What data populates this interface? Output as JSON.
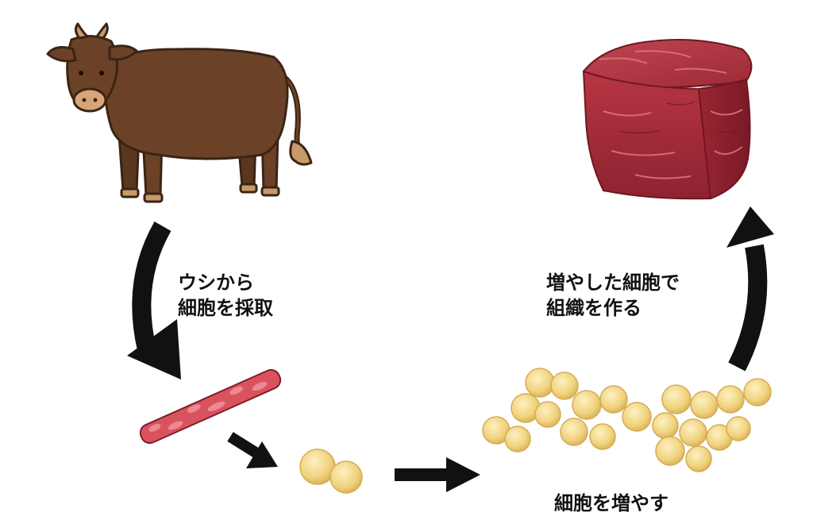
{
  "steps": [
    {
      "line1": "ウシから",
      "line2": "細胞を採取"
    },
    {
      "line1": "細胞を増やす"
    },
    {
      "line1": "増やした細胞で",
      "line2": "組織を作る"
    }
  ],
  "colors": {
    "cow_body": "#6b4227",
    "cow_outline": "#3b2414",
    "hoof": "#c79a6a",
    "meat": "#b0303c",
    "meat_dark": "#7e1f2a",
    "sample": "#d9535f",
    "cell": "#f3d88a",
    "cell_edge": "#d9b55e",
    "arrow": "#111111"
  }
}
